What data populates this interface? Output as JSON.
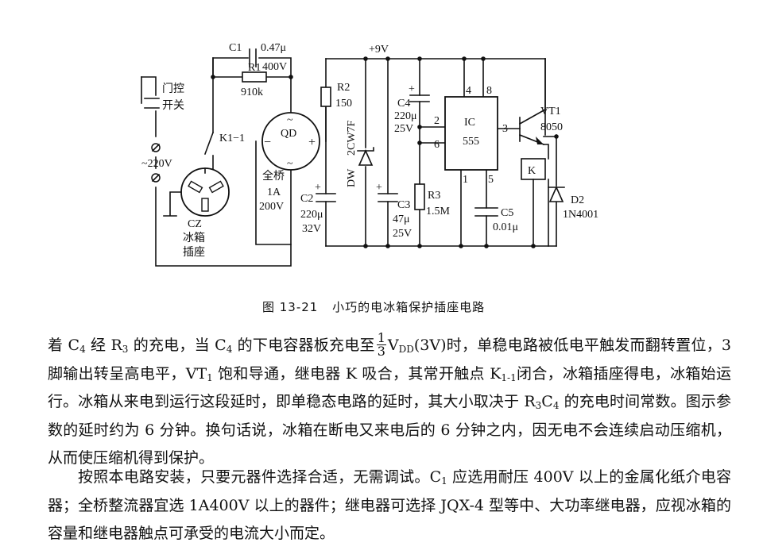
{
  "diagram": {
    "labels": {
      "c1": "C1",
      "c1_val": "0.47μ",
      "c1_volt": "400V",
      "r1": "R1",
      "r1_val": "910k",
      "door_switch_a": "门控",
      "door_switch_b": "开关",
      "k11": "K1−1",
      "mains": "~220V",
      "cz": "CZ",
      "cz_a": "冰箱",
      "cz_b": "插座",
      "qd": "QD",
      "bridge_a": "全桥",
      "bridge_b": "1A",
      "bridge_c": "200V",
      "r2": "R2",
      "r2_val": "150",
      "c2": "C2",
      "c2_val": "220μ",
      "c2_volt": "32V",
      "dw": "DW",
      "dw_type": "2CW7F",
      "vplus": "+9V",
      "c3": "C3",
      "c3_val": "47μ",
      "c3_volt": "25V",
      "c4": "C4",
      "c4_val": "220μ",
      "c4_volt": "25V",
      "ic": "IC",
      "ic_type": "555",
      "pin4": "4",
      "pin8": "8",
      "pin2": "2",
      "pin6": "6",
      "pin1": "1",
      "pin5": "5",
      "pin3": "3",
      "r3": "R3",
      "r3_val": "1.5M",
      "c5": "C5",
      "c5_val": "0.01μ",
      "vt1": "VT1",
      "vt1_type": "8050",
      "k": "K",
      "d2": "D2",
      "d2_type": "1N4001"
    }
  },
  "caption": {
    "number": "图 13-21",
    "title": "小巧的电冰箱保护插座电路"
  },
  "text": {
    "p1a": "着 ",
    "p1_c": "C",
    "p1_c_sub": "4",
    "p1b": " 经 R",
    "p1_r_sub": "3",
    "p1c": " 的充电，当 C",
    "p1_c2_sub": "4",
    "p1d": " 的下电容器板充电至",
    "frac_num": "1",
    "frac_den": "3",
    "p1e": "V",
    "p1_vdd_sub": "DD",
    "p1f": "(3V)时，单稳电路被低电平触发而翻转置位，3 脚输出转呈高电平，VT",
    "p1_vt_sub": "1",
    "p1g": " 饱和导通，继电器 K 吸合，其常开触点 K",
    "p1_k_sub": "1-1",
    "p1h": "闭合，冰箱插座得电，冰箱始运行。冰箱从来电到运行这段延时，即单稳态电路的延时，其大小取决于 R",
    "p1_r3_sub": "3",
    "p1i": "C",
    "p1_c4_sub": "4",
    "p1j": " 的充电时间常数。图示参数的延时约为 6 分钟。换句话说，冰箱在断电又来电后的 6 分钟之内，因无电不会连续启动压缩机，从而使压缩机得到保护。",
    "p2a": "按照本电路安装，只要元器件选择合适，无需调试。C",
    "p2_c1_sub": "1",
    "p2b": " 应选用耐压 400V 以上的金属化纸介电容器；全桥整流器宜选 1A400V 以上的器件；继电器可选择 JQX-4 型等中、大功率继电器，应视冰箱的容量和继电器触点可承受的电流大小而定。"
  }
}
